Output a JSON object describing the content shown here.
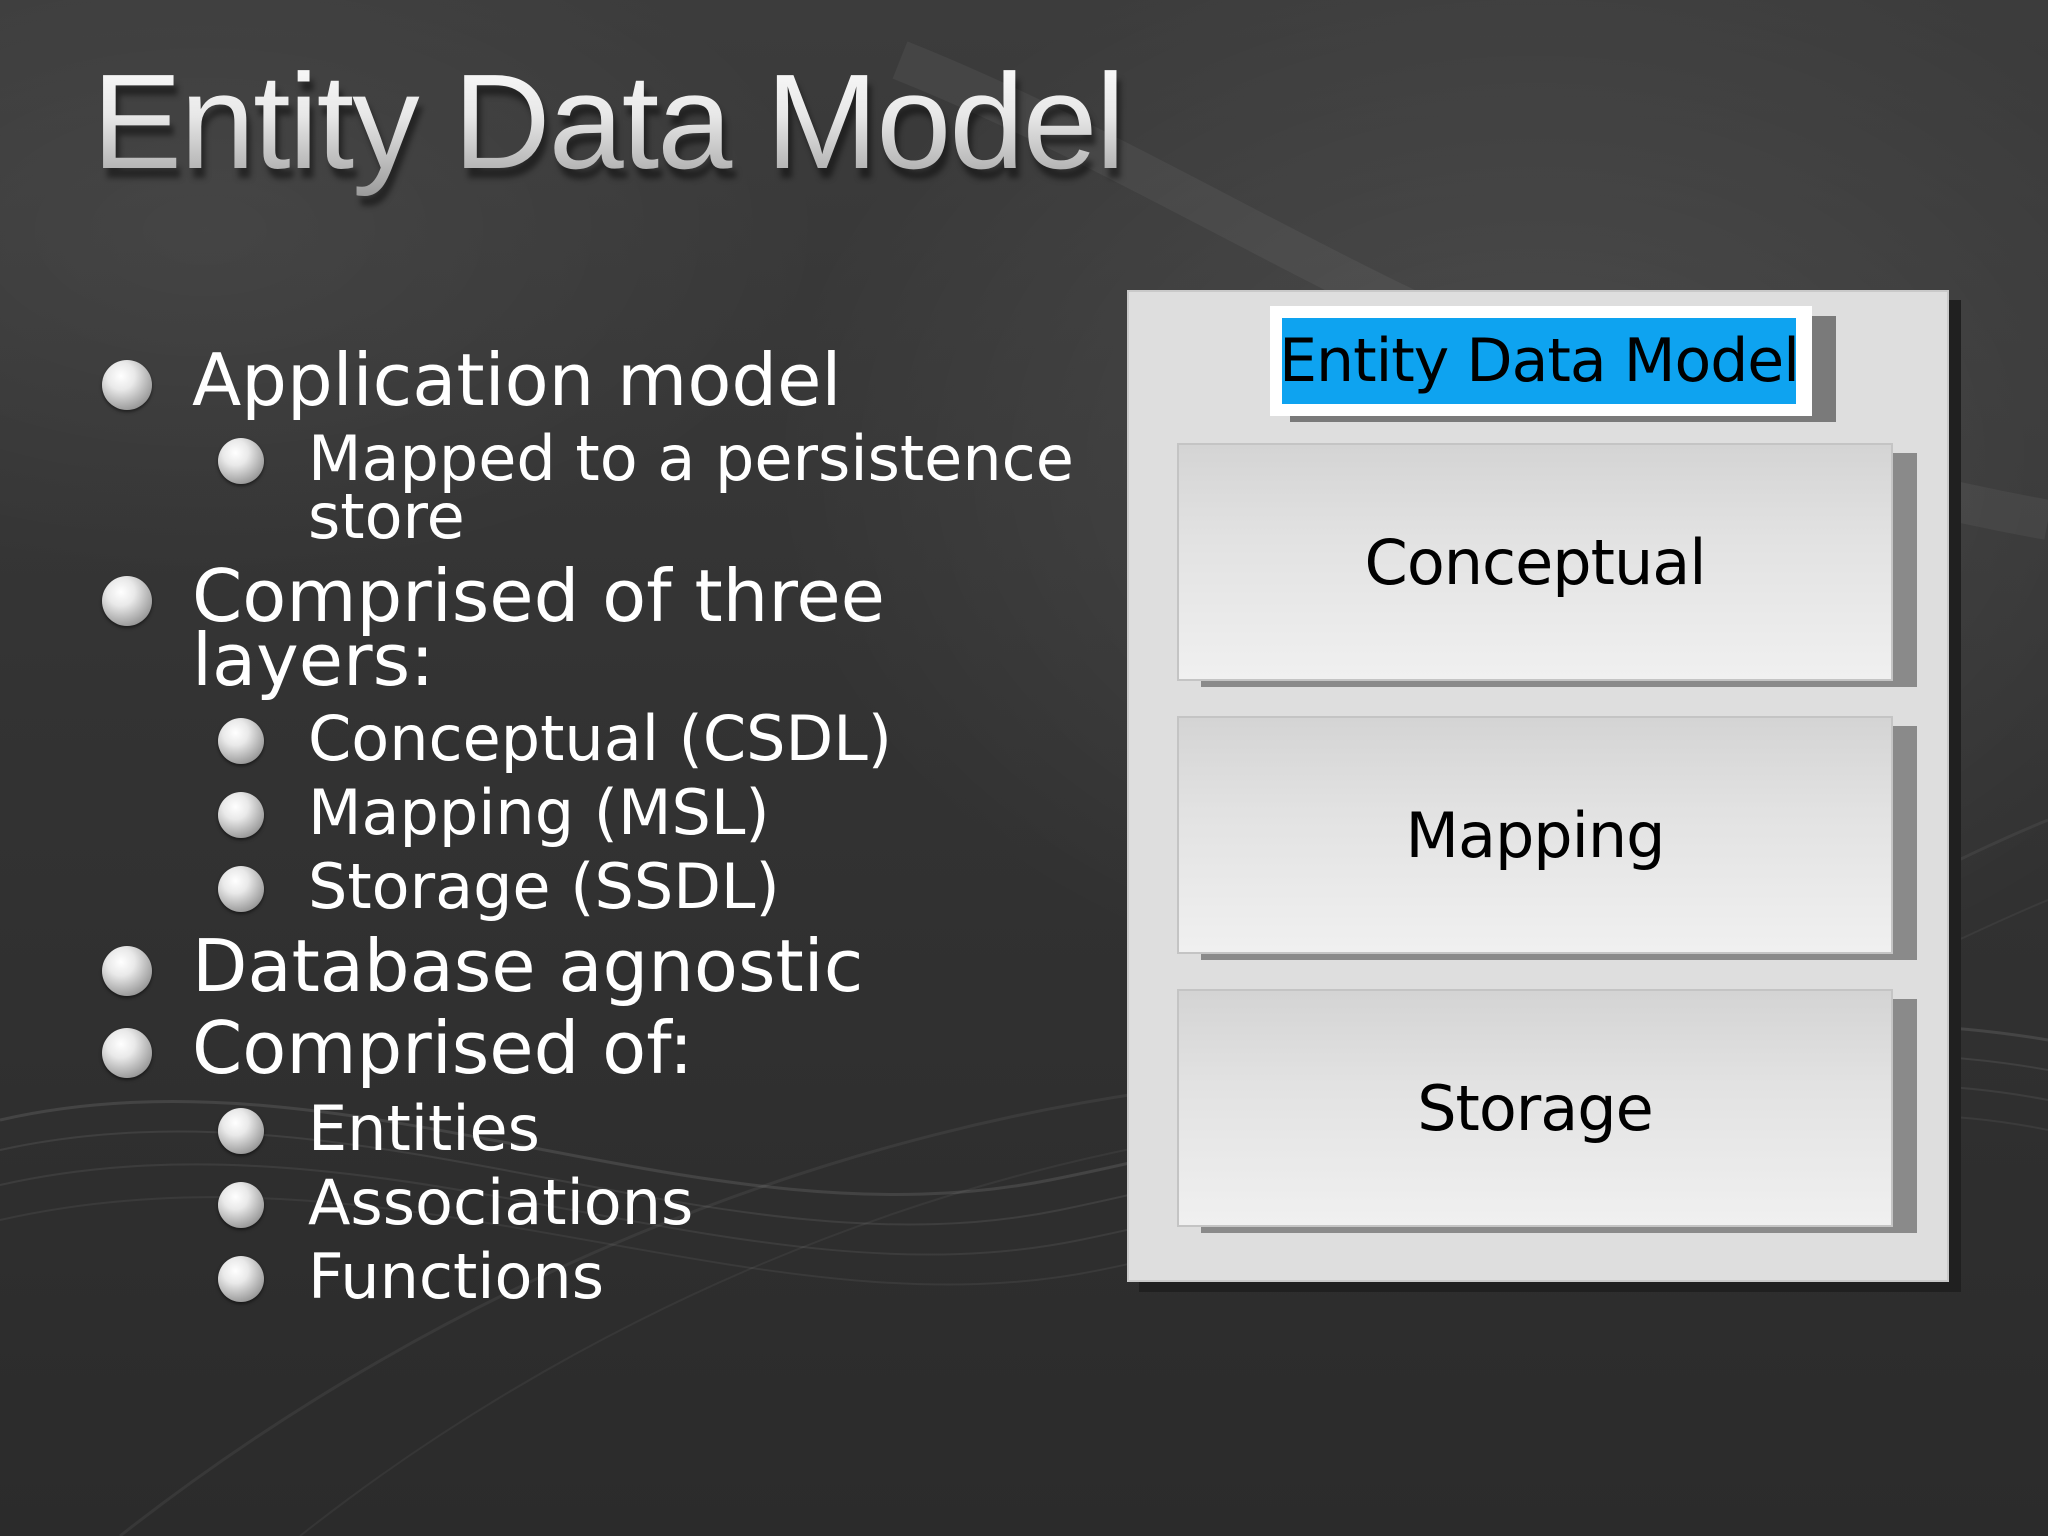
{
  "slide": {
    "title": "Entity Data Model",
    "bullets": {
      "application_model": "Application model",
      "mapped_line1": "Mapped to a persistence",
      "mapped_line2": "store",
      "three_layers_line1": "Comprised of three",
      "three_layers_line2": "layers:",
      "conceptual": "Conceptual (CSDL)",
      "mapping": "Mapping (MSL)",
      "storage": "Storage (SSDL)",
      "database_agnostic": "Database agnostic",
      "comprised_of": "Comprised of:",
      "entities": "Entities",
      "associations": "Associations",
      "functions": "Functions"
    }
  },
  "diagram": {
    "badge_label": "Entity Data Model",
    "badge_color": "#0ea3f0",
    "layers": [
      {
        "label": "Conceptual"
      },
      {
        "label": "Mapping"
      },
      {
        "label": "Storage"
      }
    ]
  }
}
